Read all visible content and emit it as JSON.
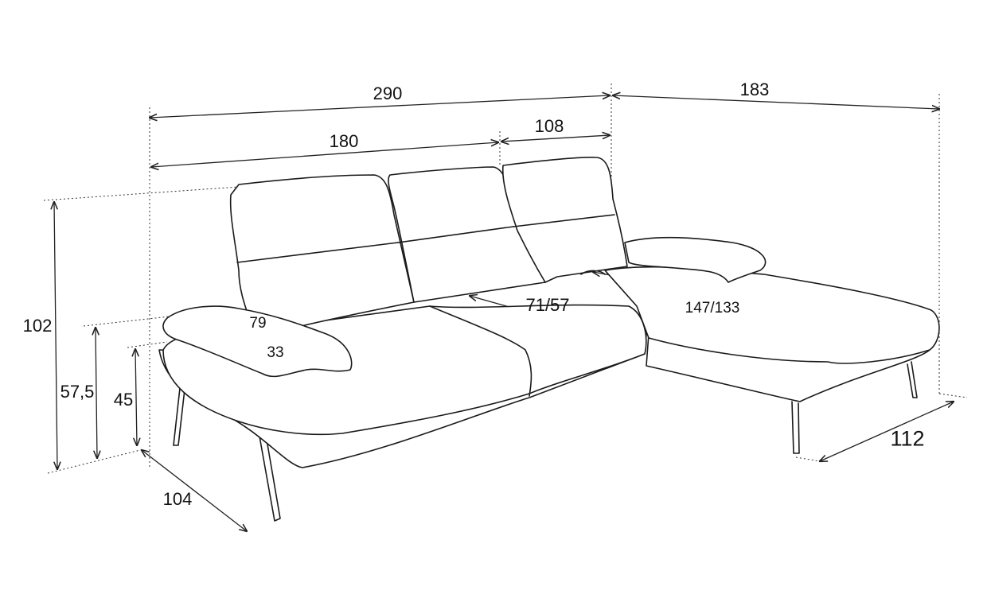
{
  "dimensions": {
    "total_width": "290",
    "chaise_length": "183",
    "sofa_section": "180",
    "corner_section": "108",
    "total_height": "102",
    "armrest_height": "57,5",
    "seat_height": "45",
    "armrest_length": "79",
    "armrest_width": "33",
    "seat_depth": "71/57",
    "chaise_seat_depth": "147/133",
    "depth": "104",
    "chaise_width": "112"
  }
}
